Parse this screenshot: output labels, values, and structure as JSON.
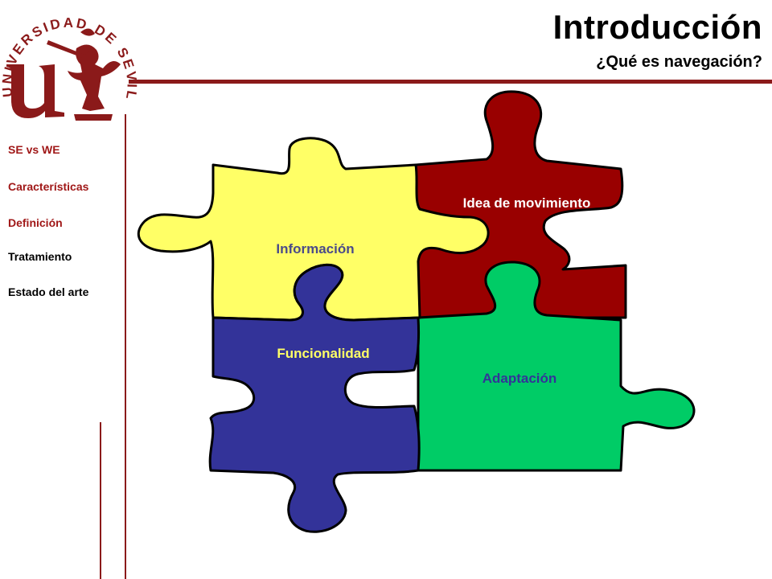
{
  "header": {
    "title": "Introducción",
    "subtitle": "¿Qué es navegación?"
  },
  "logo": {
    "text": "UNIVERSIDAD DE SEVILLA",
    "monogram": "u",
    "color": "#8b1a1a"
  },
  "sidebar": {
    "items": [
      {
        "label": "SE vs WE",
        "state": "active"
      },
      {
        "label": "Características",
        "state": "active"
      },
      {
        "label": "Definición",
        "state": "active"
      },
      {
        "label": "Tratamiento",
        "state": "inactive"
      },
      {
        "label": "Estado del arte",
        "state": "inactive"
      }
    ]
  },
  "puzzle": {
    "pieces": [
      {
        "label": "Información",
        "color": "#ffff66",
        "text_color": "#4a4a8a"
      },
      {
        "label": "Idea de movimiento",
        "color": "#990000",
        "text_color": "#ffffff"
      },
      {
        "label": "Funcionalidad",
        "color": "#333399",
        "text_color": "#ffff66"
      },
      {
        "label": "Adaptación",
        "color": "#00cc66",
        "text_color": "#333399"
      }
    ]
  },
  "colors": {
    "accent": "#8b1a1a",
    "nav_active": "#a01818"
  }
}
